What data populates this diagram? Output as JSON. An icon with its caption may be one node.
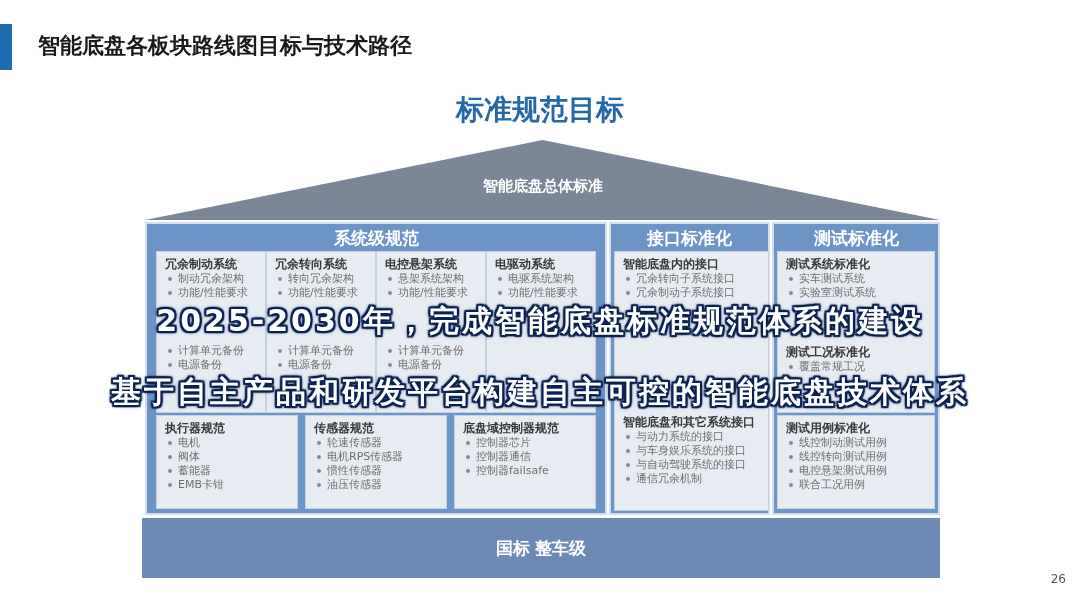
{
  "diagram": {
    "title": "智能底盘各板块路线图目标与技术路径",
    "nodes": [
      {
        "text": [
          "智能底盘总体标准"
        ]
      },
      {
        "text": [
          "系统级规范"
        ]
      },
      {
        "text": [
          "冗余制动系统",
          "制动冗余架构",
          "功能/性能要求",
          "计算单元备份",
          "电源备份"
        ],
        "in": 1
      },
      {
        "text": [
          "冗余转向系统",
          "转向冗余架构",
          "功能/性能要求",
          "计算单元备份",
          "电源备份"
        ],
        "in": 1
      },
      {
        "text": [
          "电控悬架系统",
          "悬架系统架构",
          "功能/性能要求",
          "计算单元备份",
          "电源备份"
        ],
        "in": 1
      },
      {
        "text": [
          "电驱动系统",
          "电驱系统架构",
          "功能/性能要求"
        ],
        "in": 1
      },
      {
        "text": [
          "执行器规范",
          "电机",
          "阀体",
          "蓄能器",
          "EMB卡钳"
        ],
        "in": 1
      },
      {
        "text": [
          "传感器规范",
          "轮速传感器",
          "电机RPS传感器",
          "惯性传感器",
          "油压传感器"
        ],
        "in": 1
      },
      {
        "text": [
          "底盘域控制器规范",
          "控制器芯片",
          "控制器通信",
          "控制器failsafe"
        ],
        "in": 1
      },
      {
        "text": [
          "接口标准化"
        ]
      },
      {
        "text": [
          "智能底盘内的接口",
          "冗余转向子系统接口",
          "冗余制动子系统接口",
          "智能底盘和其它系统接口",
          "与动力系统的接口",
          "与车身娱乐系统的接口",
          "与自动驾驶系统的接口",
          "通信冗余机制"
        ],
        "in": 9
      },
      {
        "text": [
          "测试标准化"
        ]
      },
      {
        "text": [
          "测试系统标准化",
          "实车测试系统",
          "实验室测试系统",
          "测试工况标准化",
          "覆盖常规工况"
        ],
        "in": 11
      },
      {
        "text": [
          "测试用例标准化",
          "线控制动测试用例",
          "线控转向测试用例",
          "电控悬架测试用例",
          "联合工况用例"
        ],
        "in": 11
      },
      {
        "text": [
          "国标 整车级"
        ]
      }
    ],
    "labels": [
      "标准规范目标",
      "2025-2030年，完成智能底盘标准规范体系的建设",
      "基于自主产品和研发平台构建自主可控的智能底盘技术体系",
      "26"
    ]
  }
}
